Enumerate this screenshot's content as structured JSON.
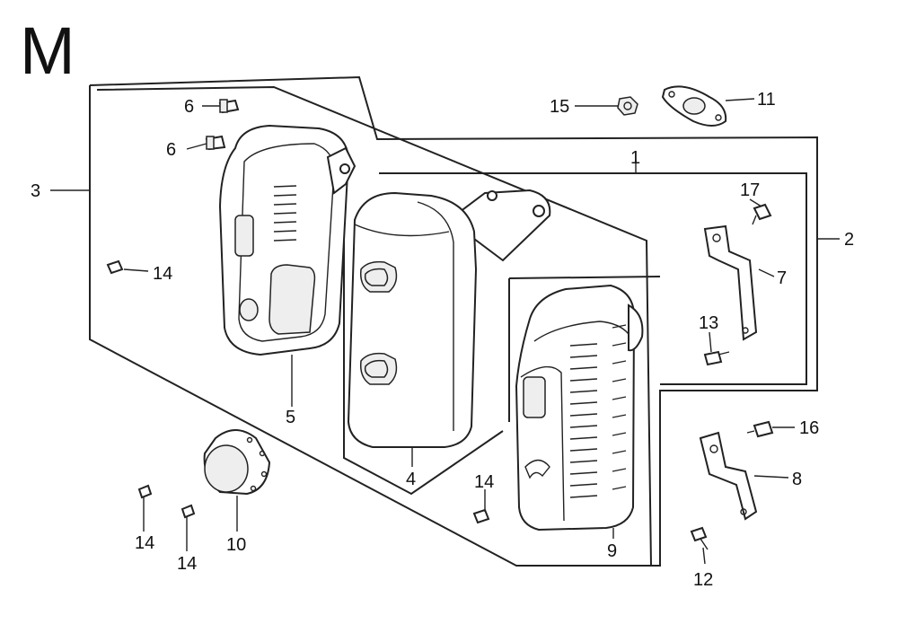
{
  "diagram": {
    "section_letter": "M",
    "callouts": {
      "c1": "1",
      "c2": "2",
      "c3": "3",
      "c4": "4",
      "c5": "5",
      "c6a": "6",
      "c6b": "6",
      "c7": "7",
      "c8": "8",
      "c9": "9",
      "c10": "10",
      "c11": "11",
      "c12": "12",
      "c13": "13",
      "c14a": "14",
      "c14b": "14",
      "c14c": "14",
      "c14d": "14",
      "c15": "15",
      "c16": "16",
      "c17": "17"
    }
  }
}
